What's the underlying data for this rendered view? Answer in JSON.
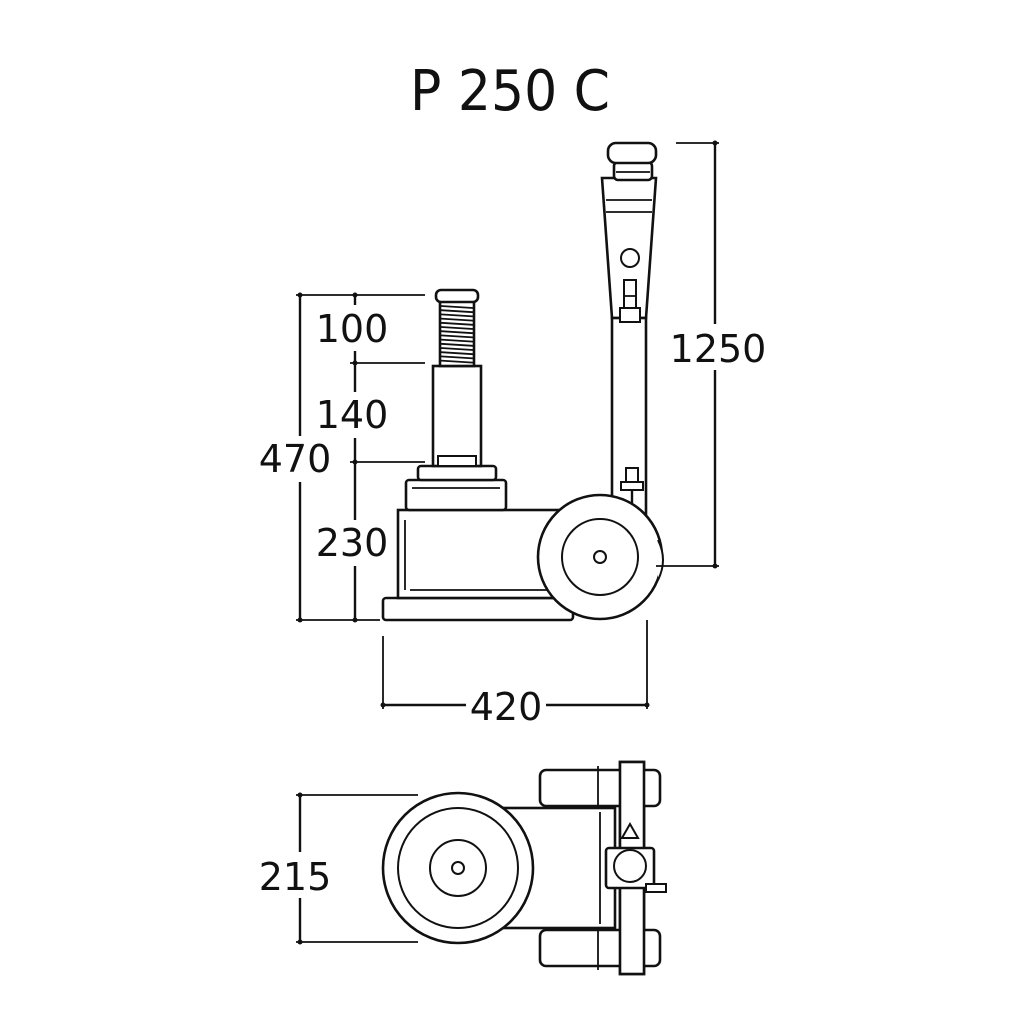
{
  "title": "P 250 C",
  "dimensions": {
    "stroke_top": "100",
    "ram": "140",
    "total_height": "470",
    "body_height": "230",
    "handle_height": "1250",
    "length": "420",
    "width": "215"
  },
  "colors": {
    "line": "#111111",
    "background": "#ffffff"
  }
}
